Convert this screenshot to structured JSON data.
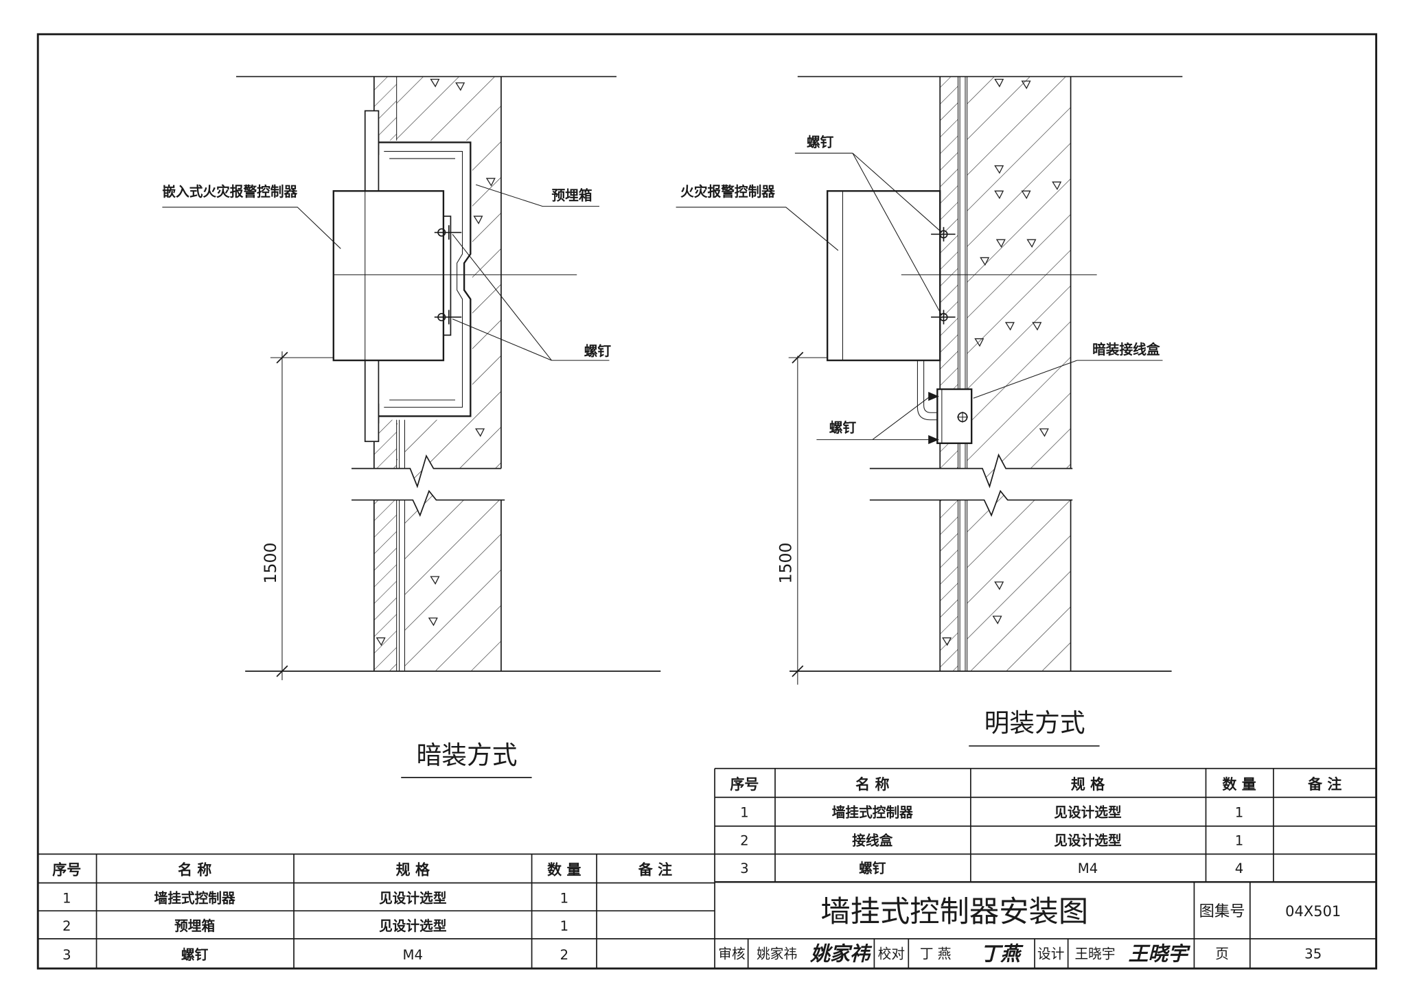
{
  "concealed_view": {
    "title": "暗装方式",
    "dimension": "1500",
    "labels": {
      "controller": "嵌入式火灾报警控制器",
      "embedded_box": "预埋箱",
      "screw": "螺钉"
    }
  },
  "surface_view": {
    "title": "明装方式",
    "dimension": "1500",
    "labels": {
      "screw_upper": "螺钉",
      "controller": "火灾报警控制器",
      "junction_box": "暗装接线盒",
      "screw_lower": "螺钉"
    }
  },
  "concealed_table": {
    "headers": [
      "序号",
      "名 称",
      "规 格",
      "数 量",
      "备 注"
    ],
    "rows": [
      [
        "1",
        "墙挂式控制器",
        "见设计选型",
        "1"
      ],
      [
        "2",
        "预埋箱",
        "见设计选型",
        "1"
      ],
      [
        "3",
        "螺钉",
        "M4",
        "2"
      ]
    ]
  },
  "surface_table": {
    "headers": [
      "序号",
      "名 称",
      "规 格",
      "数 量",
      "备 注"
    ],
    "rows": [
      [
        "1",
        "墙挂式控制器",
        "见设计选型",
        "1"
      ],
      [
        "2",
        "接线盒",
        "见设计选型",
        "1"
      ],
      [
        "3",
        "螺钉",
        "M4",
        "4"
      ]
    ]
  },
  "sheet": {
    "title": "墙挂式控制器安装图",
    "atlas_label": "图集号",
    "atlas_no": "04X501",
    "page_label": "页",
    "page_no": "35",
    "signoff": {
      "review_label": "审核",
      "reviewer": "姚家祎",
      "reviewer_signature": "姚家祎",
      "check_label": "校对",
      "checker": "丁 燕",
      "checker_signature": "丁燕",
      "design_label": "设计",
      "designer": "王晓宇",
      "designer_signature": "王晓宇"
    }
  }
}
